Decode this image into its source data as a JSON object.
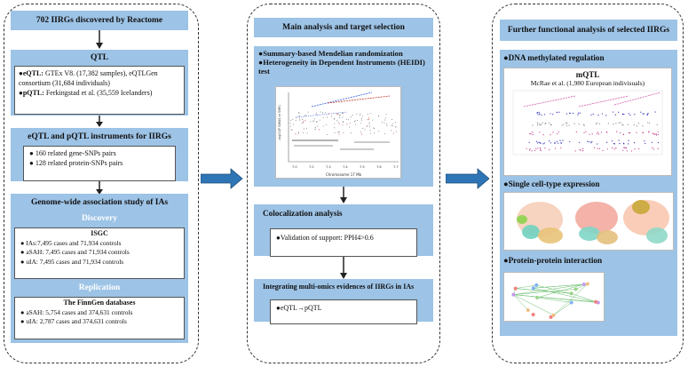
{
  "col1": {
    "title": "702 IIRGs discovered by Reactome",
    "qtl": {
      "heading": "QTL",
      "eqtl_label": "eQTL:",
      "eqtl_text": " GTEx V8. (17,382 samples), eQTLGen consortium (31,684 individuals)",
      "pqtl_label": "pQTL:",
      "pqtl_text": " Ferkingstad et al. (35,559 Icelanders)"
    },
    "instruments": {
      "heading": "eQTL and pQTL instruments for IIRGs",
      "items": [
        "160 related gene-SNPs pairs",
        "128 related protein-SNPs pairs"
      ]
    },
    "gwas": {
      "heading": "Genome-wide association study of IAs",
      "discovery": "Discovery",
      "isgc": "ISGC",
      "isgc_items": [
        "IAs:7,495 cases and 71,934 controls",
        "aSAH: 7,495 cases and 71,934 controls",
        "uIA: 7,495 cases and 71,934 controls"
      ],
      "replication": "Replication",
      "finngen": "The FinnGen databases",
      "finngen_items": [
        "aSAH: 5,754 cases and 374,631 controls",
        "uIA: 2,787 cases and 374,631 controls"
      ]
    }
  },
  "col2": {
    "title": "Main analysis and target selection",
    "smr_line1": "Summary-based Mendelian randomization",
    "smr_line2": "Heterogeneity in Dependent Instruments (HEIDI) test",
    "fig_xlabel": "Chromosome 17 Mb",
    "fig_ylabel": "-log10(P GWAS or SMR)",
    "fig_ticks": [
      "7.0",
      "7.2",
      "7.3",
      "7.4",
      "7.5",
      "7.6",
      "7.7"
    ],
    "coloc": {
      "heading": "Colocalization analysis",
      "item": "Validation of support: PPH4>0.6"
    },
    "integrate": {
      "heading": "Integrating multi-omics evidences of IIRGs in IAs",
      "item": "eQTL→pQTL"
    }
  },
  "col3": {
    "title": "Further functional analysis of selected IIRGs",
    "dna": "DNA methylated regulation",
    "mqtl": "mQTL",
    "mqtl_source": "McRae et al. (1,980 European indivisuals)",
    "single_cell": "Single cell-type expression",
    "ppi": "Protein-protein interaction"
  },
  "colors": {
    "header_blue": "#9dc3e6",
    "arrow_blue": "#2e75b6",
    "arrow_black": "#222222"
  }
}
